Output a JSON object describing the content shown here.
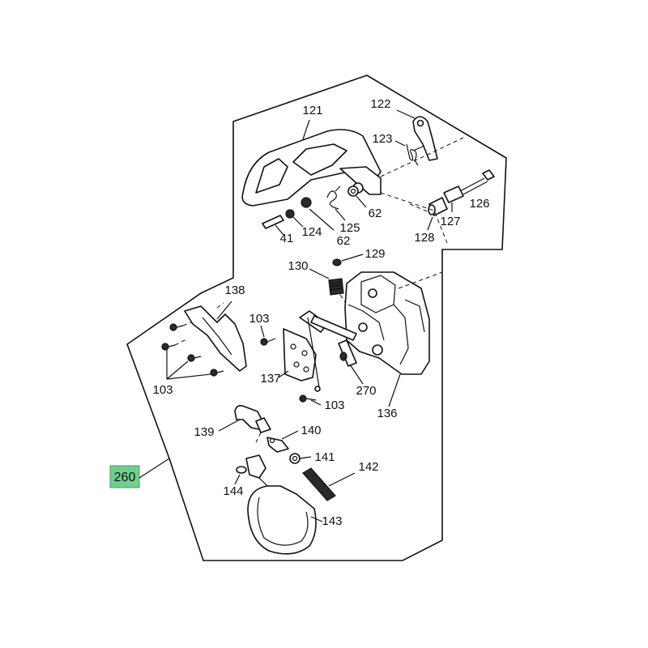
{
  "badge": {
    "label": "260",
    "color": "#6fcf8e"
  },
  "labels": {
    "p121": "121",
    "p122": "122",
    "p123": "123",
    "p126": "126",
    "p62a": "62",
    "p125": "125",
    "p127": "127",
    "p41": "41",
    "p124": "124",
    "p62b": "62",
    "p128": "128",
    "p129": "129",
    "p130": "130",
    "p138": "138",
    "p103a": "103",
    "p103b": "103",
    "p137": "137",
    "p270": "270",
    "p103c": "103",
    "p136": "136",
    "p139": "139",
    "p140": "140",
    "p141": "141",
    "p142": "142",
    "p144": "144",
    "p143": "143"
  }
}
